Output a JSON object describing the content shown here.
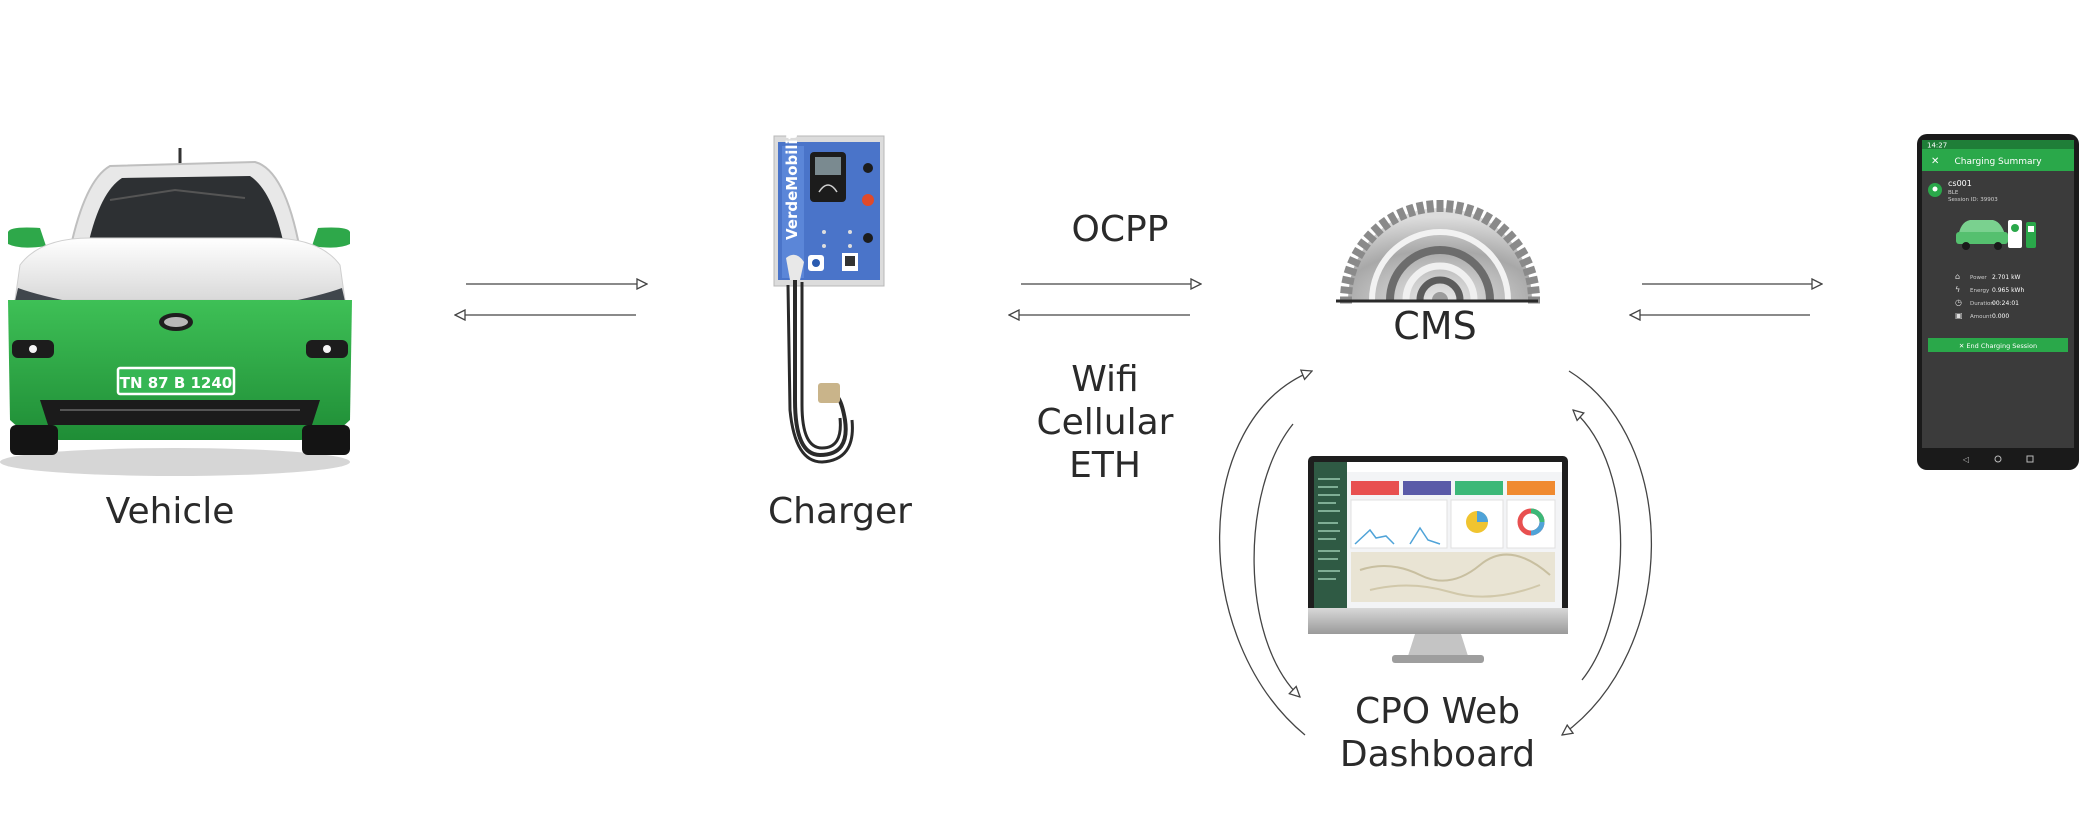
{
  "nodes": {
    "vehicle": {
      "label": "Vehicle",
      "plate": "TN 87 B 1240"
    },
    "charger": {
      "label": "Charger",
      "brand": "VerdeMobility"
    },
    "cms": {
      "label": "CMS"
    },
    "dashboard": {
      "label_line1": "CPO Web",
      "label_line2": "Dashboard"
    },
    "phone": {
      "status_time": "14:27",
      "screen_title": "Charging Summary",
      "charger_id": "cs001",
      "charger_sub": "BLE",
      "session_line": "Session ID: 39903",
      "rows": [
        {
          "icon": "plug-icon",
          "label": "Power",
          "value": "2.701 kW"
        },
        {
          "icon": "bolt-icon",
          "label": "Energy",
          "value": "0.965 kWh"
        },
        {
          "icon": "clock-icon",
          "label": "Duration",
          "value": "00:24:01"
        },
        {
          "icon": "cash-icon",
          "label": "Amount",
          "value": "0.000"
        }
      ],
      "end_button": "End Charging Session"
    }
  },
  "links": {
    "protocol": "OCPP",
    "transports": [
      "Wifi",
      "Cellular",
      "ETH"
    ]
  },
  "colors": {
    "vehicle_green": "#33b04a",
    "charger_blue": "#4a74c9",
    "phone_green": "#2aa84a",
    "phone_bg": "#3b3b3b",
    "arrow": "#444444"
  }
}
